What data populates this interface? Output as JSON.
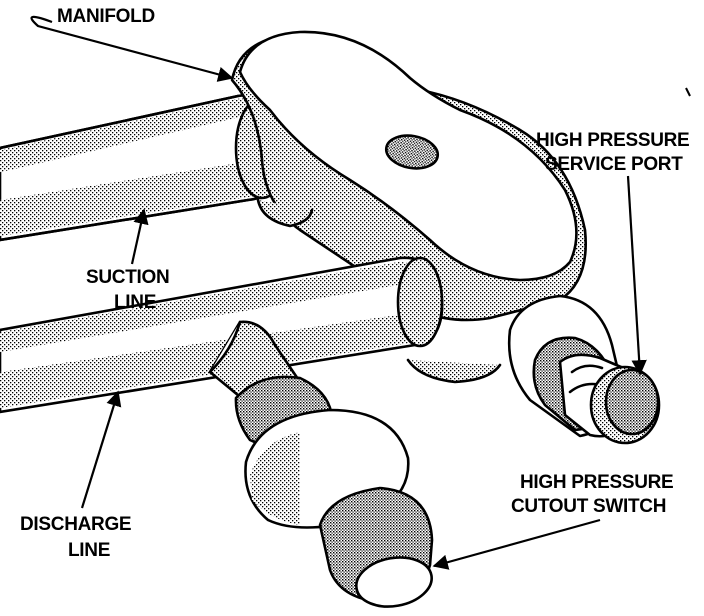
{
  "labels": {
    "manifold": "MANIFOLD",
    "hp_service_port": [
      "HIGH PRESSURE",
      "SERVICE PORT"
    ],
    "suction_line": [
      "SUCTION",
      "LINE"
    ],
    "discharge_line": [
      "DISCHARGE",
      "LINE"
    ],
    "hp_cutout_switch": [
      "HIGH PRESSURE",
      "CUTOUT SWITCH"
    ]
  }
}
